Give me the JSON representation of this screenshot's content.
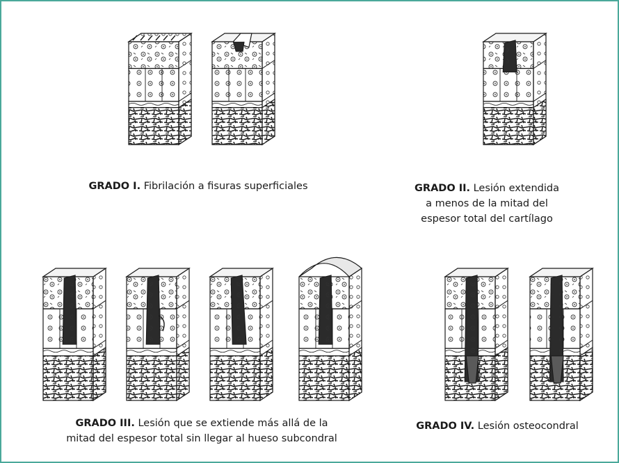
{
  "captions": {
    "grade1": {
      "title": "GRADO I.",
      "text": "Fibrilación a fisuras superficiales"
    },
    "grade2": {
      "title": "GRADO II.",
      "line1": "Lesión extendida",
      "line2": "a menos de la mitad del",
      "line3": "espesor total del cartílago"
    },
    "grade3": {
      "title": "GRADO III.",
      "line1": "Lesión que se extiende más allá de la",
      "line2": "mitad del espesor total sin llegar al hueso subcondral"
    },
    "grade4": {
      "title": "GRADO IV.",
      "text": "Lesión osteocondral"
    }
  },
  "colors": {
    "frame": "#4aa89a",
    "ink": "#1a1a1a",
    "lesion": "#2b2b2b",
    "bone_fill": "#5a5a5a"
  }
}
